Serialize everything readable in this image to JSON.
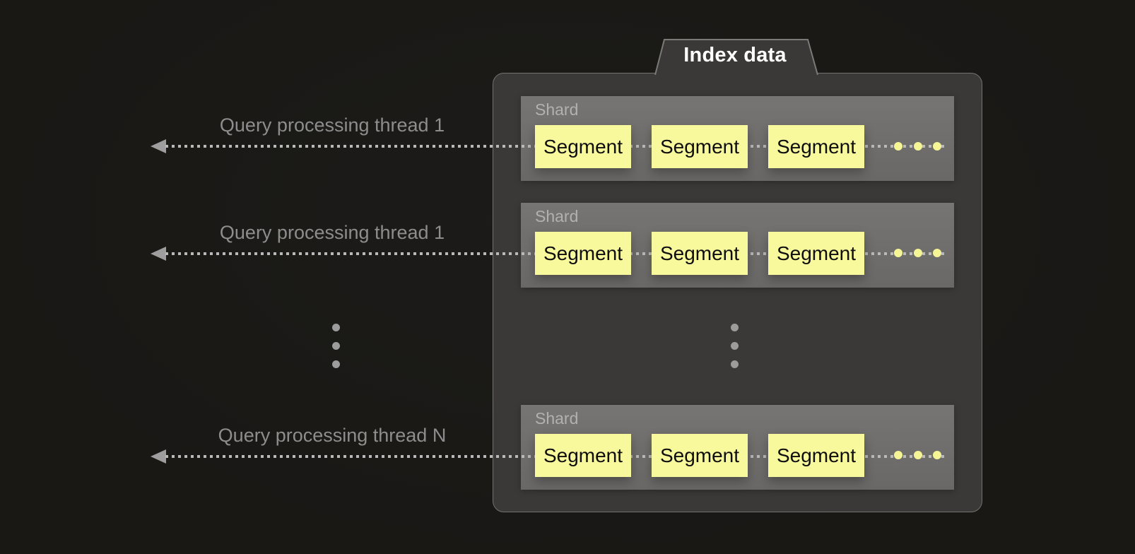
{
  "diagram": {
    "index_box": {
      "tab_label": "Index data",
      "shards": [
        {
          "label": "Shard",
          "segments": [
            "Segment",
            "Segment",
            "Segment"
          ]
        },
        {
          "label": "Shard",
          "segments": [
            "Segment",
            "Segment",
            "Segment"
          ]
        },
        {
          "label": "Shard",
          "segments": [
            "Segment",
            "Segment",
            "Segment"
          ]
        }
      ]
    },
    "threads": [
      {
        "label": "Query processing thread 1"
      },
      {
        "label": "Query processing thread 1"
      },
      {
        "label": "Query processing thread N"
      }
    ],
    "colors": {
      "background": "#191815",
      "container_fill": "#3a3937",
      "container_border": "#73726f",
      "shard_fill": "#716f6d",
      "shard_label_text": "#b1b1b1",
      "segment_fill": "#f8f89d",
      "segment_text": "#0e0e0e",
      "tab_text": "#ffffff",
      "dotted_line": "#b9b9b9",
      "arrowhead": "#9e9e9e",
      "thread_label_text": "#8d8d8d",
      "ellipsis_dot": "#9c9c9c",
      "yellow_dot": "#f5f596"
    }
  }
}
